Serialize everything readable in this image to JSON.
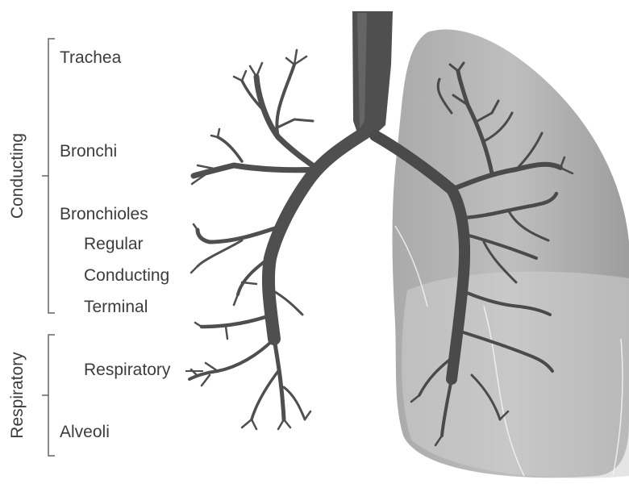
{
  "zones": {
    "conducting": "Conducting",
    "respiratory": "Respiratory"
  },
  "labels": {
    "trachea": "Trachea",
    "bronchi": "Bronchi",
    "bronchioles": "Bronchioles",
    "regular": "Regular",
    "conducting_bronchiole": "Conducting",
    "terminal": "Terminal",
    "respiratory_bronchiole": "Respiratory",
    "alveoli": "Alveoli"
  },
  "colors": {
    "airway": "#4f4f4f",
    "airway_dark": "#353535",
    "lung_fill": "#a6a6a6",
    "lung_light": "#d2d2d2",
    "text": "#3c3c3c",
    "bracket": "#666666"
  }
}
